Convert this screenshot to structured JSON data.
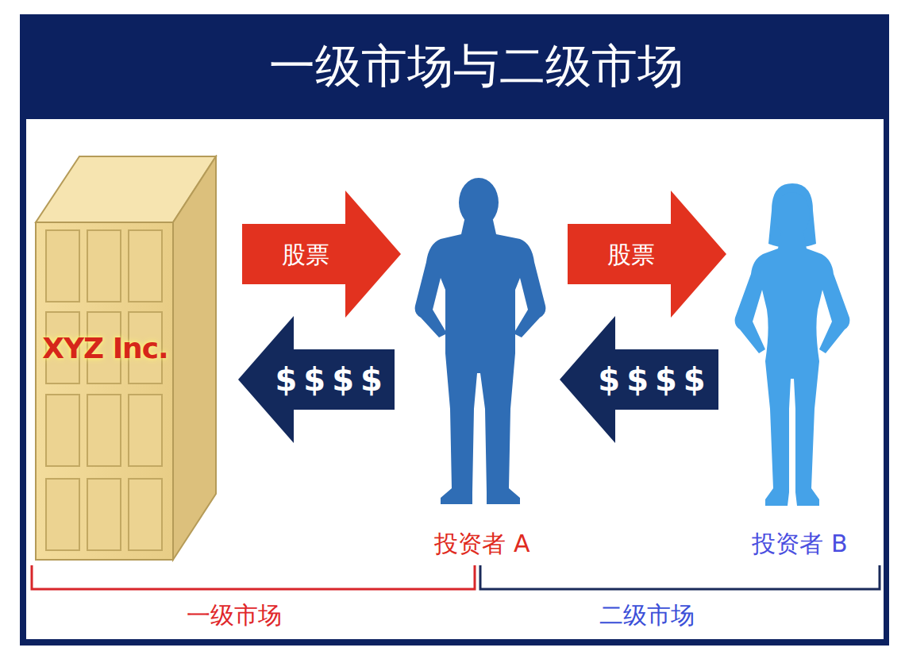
{
  "diagram": {
    "title": "一级市场与二级市场",
    "nodes": [
      {
        "text": [
          "XYZ Inc."
        ]
      },
      {
        "text": [
          "投资者 A"
        ]
      },
      {
        "text": [
          "投资者 B"
        ]
      }
    ],
    "edges": [
      {
        "from": 0,
        "to": 1,
        "label": "股票",
        "arrow": "to"
      },
      {
        "from": 1,
        "to": 0,
        "label": "$$$$",
        "arrow": "to"
      },
      {
        "from": 1,
        "to": 2,
        "label": "股票",
        "arrow": "to"
      },
      {
        "from": 2,
        "to": 1,
        "label": "$$$$",
        "arrow": "to"
      }
    ],
    "labels": [
      "一级市场",
      "二级市场"
    ]
  }
}
